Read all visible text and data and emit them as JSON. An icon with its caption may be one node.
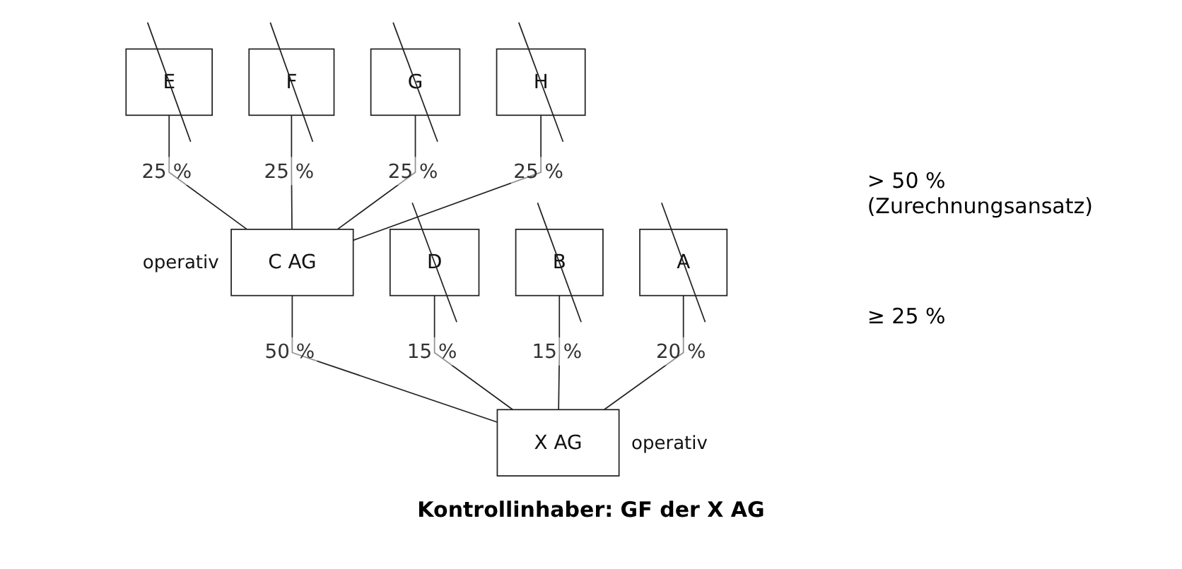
{
  "diagram": {
    "caption": "Kontrollinhaber: GF der X AG",
    "nodes": [
      {
        "text": [
          "E"
        ]
      },
      {
        "text": [
          "F"
        ]
      },
      {
        "text": [
          "G"
        ]
      },
      {
        "text": [
          "H"
        ]
      },
      {
        "text": [
          "C AG"
        ],
        "beside": [
          "operativ"
        ]
      },
      {
        "text": [
          "D"
        ]
      },
      {
        "text": [
          "B"
        ]
      },
      {
        "text": [
          "A"
        ]
      },
      {
        "text": [
          "X AG"
        ],
        "beside": [
          "operativ"
        ]
      }
    ],
    "edges": [
      {
        "from": 0,
        "to": 4,
        "arrow": "none",
        "label": "25 %"
      },
      {
        "from": 1,
        "to": 4,
        "arrow": "none",
        "label": "25 %"
      },
      {
        "from": 2,
        "to": 4,
        "arrow": "none",
        "label": "25 %"
      },
      {
        "from": 3,
        "to": 4,
        "arrow": "none",
        "label": "25 %"
      },
      {
        "from": 4,
        "to": 8,
        "arrow": "none",
        "label": "50 %"
      },
      {
        "from": 5,
        "to": 8,
        "arrow": "none",
        "label": "15 %"
      },
      {
        "from": 6,
        "to": 8,
        "arrow": "none",
        "label": "15 %"
      },
      {
        "from": 7,
        "to": 8,
        "arrow": "none",
        "label": "20 %"
      }
    ],
    "labels": [
      "> 50 % (Zurechnungsansatz)",
      "≥ 25 %"
    ]
  }
}
